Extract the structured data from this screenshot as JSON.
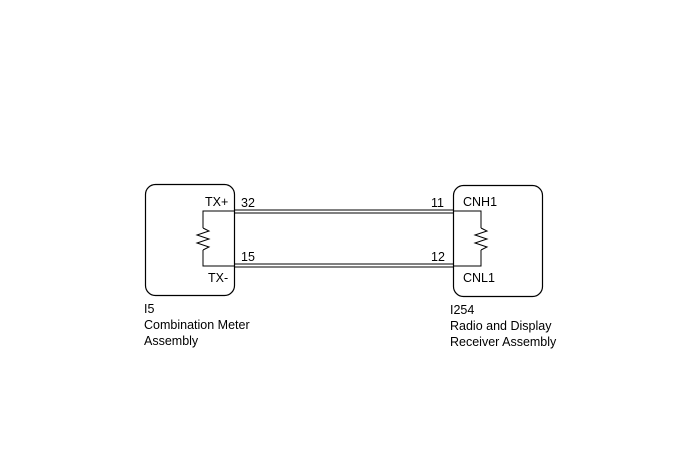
{
  "left_component": {
    "id": "I5",
    "name_line1": "Combination Meter",
    "name_line2": "Assembly",
    "terminal_top": "TX+",
    "terminal_bottom": "TX-"
  },
  "right_component": {
    "id": "I254",
    "name_line1": "Radio and Display",
    "name_line2": "Receiver Assembly",
    "terminal_top": "CNH1",
    "terminal_bottom": "CNL1"
  },
  "wires": {
    "top_left_pin": "32",
    "top_right_pin": "11",
    "bottom_left_pin": "15",
    "bottom_right_pin": "12"
  }
}
